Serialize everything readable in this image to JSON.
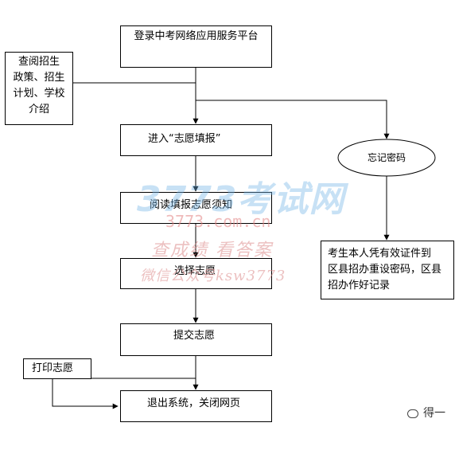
{
  "diagram": {
    "nodes": {
      "login": "登录中考网络应用服务平台",
      "query": [
        "查阅招生",
        "政策、招生",
        "计划、学校",
        "介绍"
      ],
      "enter": "进入“志愿填报”",
      "read": "阅读填报志愿须知",
      "select": "选择志愿",
      "submit": "提交志愿",
      "print": "打印志愿",
      "exit": "退出系统，关闭网页",
      "forgot": "忘记密码",
      "reset": [
        "考生本人凭有效证件到",
        "区县招办重设密码，区县",
        "招办作好记录"
      ]
    },
    "watermark": {
      "logo": "3773考试网",
      "site": "3773.com.cn",
      "slogan": "查成绩 看答案",
      "wechat": "微信公众号ksw3773"
    },
    "badge": "得一"
  },
  "colors": {
    "line": "#000000",
    "box_border": "#000000",
    "watermark_blue": "#73b4e6",
    "watermark_red": "#e08282"
  }
}
